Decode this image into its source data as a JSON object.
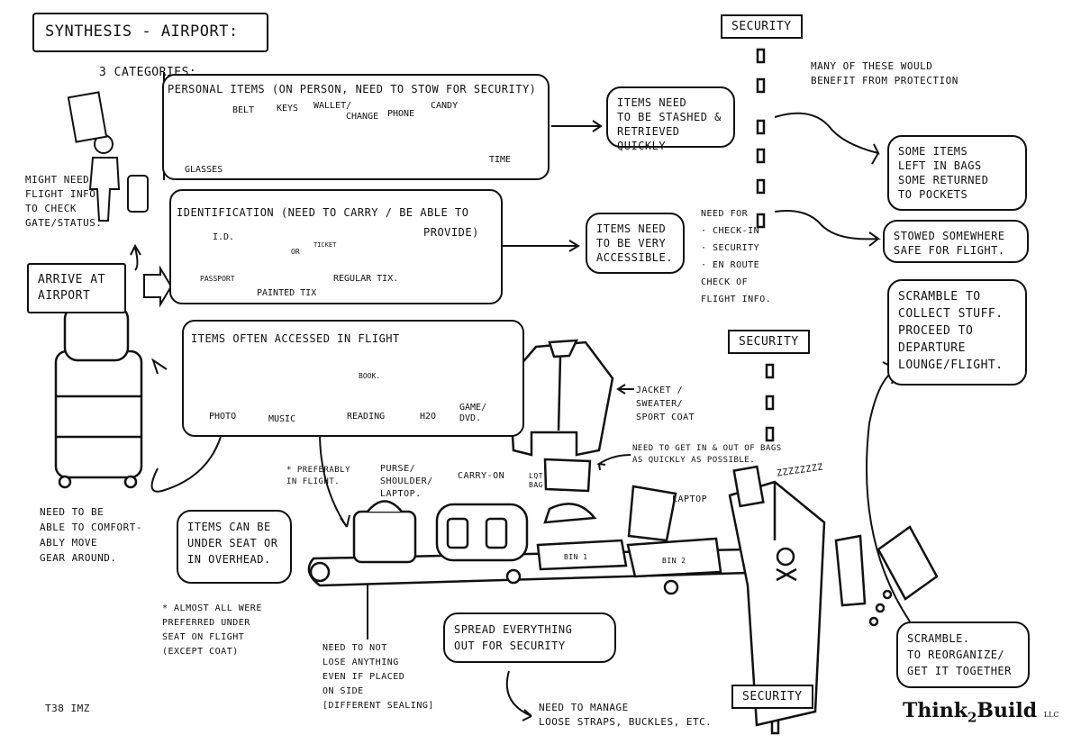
{
  "title": "SYNTHESIS - AIRPORT:",
  "categories_heading": "3 CATEGORIES:",
  "personal": {
    "title": "PERSONAL ITEMS (ON PERSON, NEED TO STOW FOR SECURITY)",
    "items": [
      "GLASSES",
      "BELT",
      "KEYS",
      "WALLET/",
      "CHANGE",
      "PHONE",
      "CANDY",
      "TIME"
    ]
  },
  "identification": {
    "title": "IDENTIFICATION (NEED TO CARRY / BE ABLE TO",
    "title2": "PROVIDE)",
    "items": [
      "I.D.",
      "PASSPORT",
      "OR",
      "TICKET",
      "PAINTED TIX",
      "REGULAR TIX."
    ]
  },
  "inflight": {
    "title": "ITEMS OFTEN ACCESSED IN FLIGHT",
    "items": [
      "PHOTO",
      "MUSIC",
      "READING",
      "BOOK.",
      "H2O",
      "GAME/\nDVD."
    ]
  },
  "notes": {
    "stash": "ITEMS NEED\nTO BE STASHED &\nRETRIEVED QUICKLY",
    "accessible": "ITEMS NEED\nTO BE VERY\nACCESSIBLE.",
    "left_in_bags": "SOME ITEMS\nLEFT IN BAGS\nSOME RETURNED\nTO POCKETS",
    "stowed": "STOWED SOMEWHERE\nSAFE FOR FLIGHT.",
    "scramble_collect": "SCRAMBLE TO\nCOLLECT STUFF.\nPROCEED TO\nDEPARTURE\nLOUNGE/FLIGHT.",
    "arrive": "ARRIVE AT\nAIRPORT",
    "under_seat": "ITEMS CAN BE\nUNDER SEAT OR\nIN OVERHEAD.",
    "spread": "SPREAD EVERYTHING\nOUT FOR SECURITY",
    "scramble_reorg": "SCRAMBLE.\nTO REORGANIZE/\nGET IT TOGETHER"
  },
  "text": {
    "flight_info": "MIGHT NEED\nFLIGHT INFO\nTO CHECK\nGATE/STATUS.",
    "benefit": "MANY OF THESE WOULD\nBENEFIT FROM PROTECTION",
    "need_for": "NEED FOR\n· CHECK-IN\n· SECURITY\n· EN ROUTE\nCHECK OF\nFLIGHT INFO.",
    "jacket": "JACKET /\nSWEATER/\nSPORT COAT",
    "out_of_bags": "NEED TO GET IN & OUT OF BAGS\nAS QUICKLY AS POSSIBLE.",
    "preferably": "* PREFERABLY\nIN FLIGHT.",
    "purse": "PURSE/\nSHOULDER/\nLAPTOP.",
    "carry_on": "CARRY-ON",
    "lqt_bag": "LQT.\nBAG",
    "laptop": "LAPTOP",
    "bin1": "BIN 1",
    "bin2": "BIN 2",
    "zzz": "ZZZZZZZZ",
    "comfort": "NEED TO BE\nABLE TO COMFORT-\nABLY MOVE\nGEAR AROUND.",
    "almost_all": "* ALMOST ALL WERE\nPREFERRED UNDER\nSEAT ON FLIGHT\n(EXCEPT COAT)",
    "not_lose": "NEED TO NOT\nLOSE ANYTHING\nEVEN IF PLACED\nON SIDE\n[DIFFERENT SEALING]",
    "straps": "NEED TO MANAGE\nLOOSE STRAPS, BUCKLES, ETC.",
    "signature": "T38 IMZ"
  },
  "security_labels": [
    "SECURITY",
    "SECURITY",
    "SECURITY"
  ],
  "logo": {
    "main": "Think",
    "num": "2",
    "end": "Build",
    "suffix": "LLC"
  }
}
